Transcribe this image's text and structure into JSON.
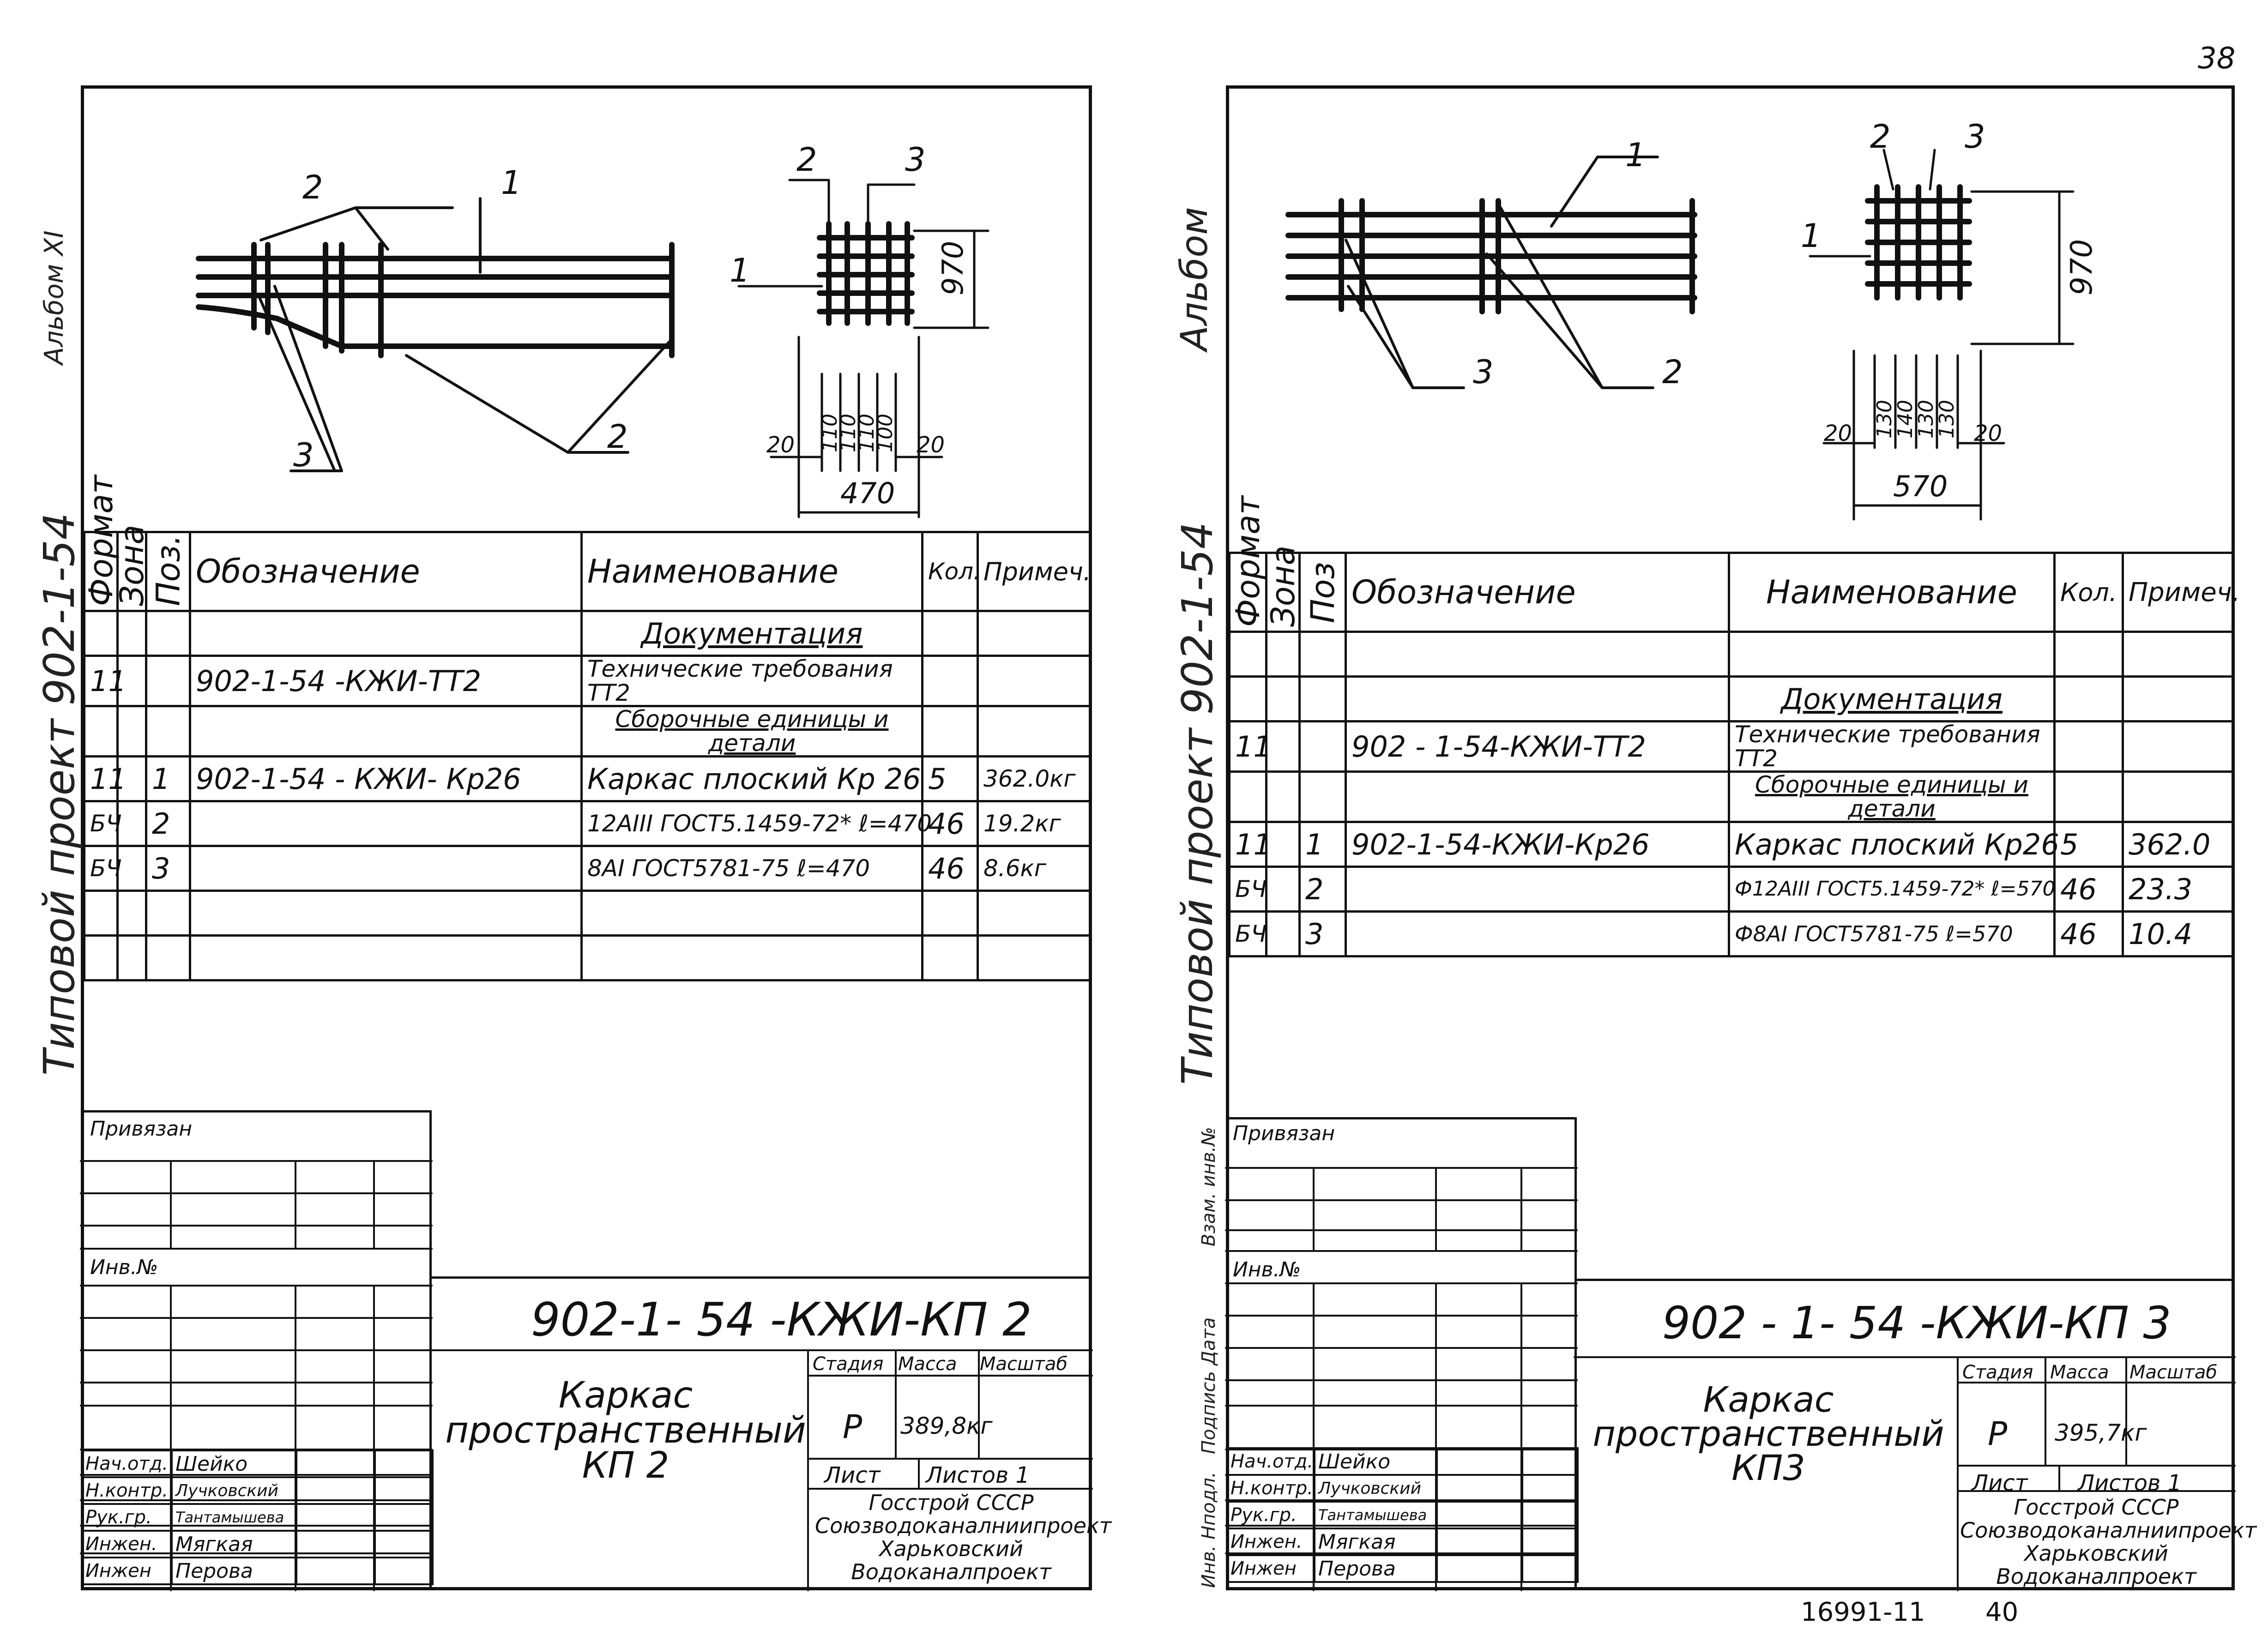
{
  "page": {
    "corner_number": "38",
    "footer_code": "16991-11",
    "footer_page": "40"
  },
  "left": {
    "side_album": "Альбом XI",
    "side_project": "Типовой проект 902-1-54",
    "drawing": {
      "callouts": [
        "1",
        "2",
        "3",
        "2",
        "2",
        "3",
        "1"
      ],
      "dims_vertical": [
        "970"
      ],
      "dims_bottom": [
        "20",
        "110",
        "110",
        "110",
        "100",
        "20"
      ],
      "dim_total": "470"
    },
    "spec": {
      "headers": {
        "format": "Формат",
        "zone": "Зона",
        "pos": "Поз.",
        "designation": "Обозначение",
        "name": "Наименование",
        "qty": "Кол.",
        "note": "Примеч."
      },
      "rows": [
        {
          "format": "",
          "zone": "",
          "pos": "",
          "designation": "",
          "name": "Документация",
          "qty": "",
          "note": ""
        },
        {
          "format": "11",
          "zone": "",
          "pos": "",
          "designation": "902-1-54 -КЖИ-ТТ2",
          "name": "Технические требования ТТ2",
          "qty": "",
          "note": ""
        },
        {
          "format": "",
          "zone": "",
          "pos": "",
          "designation": "",
          "name": "Сборочные единицы и детали",
          "qty": "",
          "note": ""
        },
        {
          "format": "11",
          "zone": "",
          "pos": "1",
          "designation": "902-1-54 - КЖИ- Кр26",
          "name": "Каркас плоский Кр 26",
          "qty": "5",
          "note": "362.0кг"
        },
        {
          "format": "БЧ",
          "zone": "",
          "pos": "2",
          "designation": "",
          "name": "12АIII ГОСТ5.1459-72* ℓ=470",
          "qty": "46",
          "note": "19.2кг"
        },
        {
          "format": "БЧ",
          "zone": "",
          "pos": "3",
          "designation": "",
          "name": "8АI ГОСТ5781-75 ℓ=470",
          "qty": "46",
          "note": "8.6кг"
        },
        {
          "format": "",
          "zone": "",
          "pos": "",
          "designation": "",
          "name": "",
          "qty": "",
          "note": ""
        },
        {
          "format": "",
          "zone": "",
          "pos": "",
          "designation": "",
          "name": "",
          "qty": "",
          "note": ""
        }
      ]
    },
    "title_block": {
      "bound": "Привязан",
      "inv": "Инв.№",
      "code": "902-1- 54 -КЖИ-КП 2",
      "title": "Каркас пространственный КП 2",
      "stage_label": "Стадия",
      "mass_label": "Масса",
      "scale_label": "Масштаб",
      "stage": "Р",
      "mass": "389,8кг",
      "sheet_label": "Лист",
      "sheets_label": "Листов 1",
      "org": "Госстрой СССР Союзводоканалниипроект Харьковский Водоканалпроект",
      "staff": [
        {
          "role": "Нач.отд.",
          "name": "Шейко"
        },
        {
          "role": "Н.контр.",
          "name": "Лучковский"
        },
        {
          "role": "Рук.гр.",
          "name": "Тантамышева"
        },
        {
          "role": "Инжен.",
          "name": "Мягкая"
        },
        {
          "role": "Инжен",
          "name": "Перова"
        }
      ]
    }
  },
  "right": {
    "side_album": "Альбом",
    "side_project": "Типовой проект 902-1-54",
    "side_labels": [
      "Взам. инв.№",
      "Подпись Дата",
      "Инв. Нподл."
    ],
    "drawing": {
      "callouts": [
        "1",
        "2",
        "3",
        "1",
        "3",
        "2"
      ],
      "dims_vertical": [
        "970"
      ],
      "dims_bottom": [
        "20",
        "130",
        "140",
        "130",
        "130",
        "20"
      ],
      "dim_total": "570"
    },
    "spec": {
      "headers": {
        "format": "Формат",
        "zone": "Зона",
        "pos": "Поз",
        "designation": "Обозначение",
        "name": "Наименование",
        "qty": "Кол.",
        "note": "Примеч."
      },
      "rows": [
        {
          "format": "",
          "zone": "",
          "pos": "",
          "designation": "",
          "name": "",
          "qty": "",
          "note": ""
        },
        {
          "format": "",
          "zone": "",
          "pos": "",
          "designation": "",
          "name": "Документация",
          "qty": "",
          "note": ""
        },
        {
          "format": "11",
          "zone": "",
          "pos": "",
          "designation": "902 - 1-54-КЖИ-ТТ2",
          "name": "Технические требования ТТ2",
          "qty": "",
          "note": ""
        },
        {
          "format": "",
          "zone": "",
          "pos": "",
          "designation": "",
          "name": "Сборочные единицы и детали",
          "qty": "",
          "note": ""
        },
        {
          "format": "11",
          "zone": "",
          "pos": "1",
          "designation": "902-1-54-КЖИ-Кр26",
          "name": "Каркас плоский Кр26",
          "qty": "5",
          "note": "362.0"
        },
        {
          "format": "БЧ",
          "zone": "",
          "pos": "2",
          "designation": "",
          "name": "Ф12АIII ГОСТ5.1459-72* ℓ=570",
          "qty": "46",
          "note": "23.3"
        },
        {
          "format": "БЧ",
          "zone": "",
          "pos": "3",
          "designation": "",
          "name": "Ф8АI ГОСТ5781-75 ℓ=570",
          "qty": "46",
          "note": "10.4"
        }
      ]
    },
    "title_block": {
      "bound": "Привязан",
      "inv": "Инв.№",
      "code": "902 - 1- 54 -КЖИ-КП 3",
      "title": "Каркас пространственный КП3",
      "stage_label": "Стадия",
      "mass_label": "Масса",
      "scale_label": "Масштаб",
      "stage": "Р",
      "mass": "395,7кг",
      "sheet_label": "Лист",
      "sheets_label": "Листов 1",
      "org": "Госстрой СССР Союзводоканалниипроект Харьковский Водоканалпроект",
      "staff": [
        {
          "role": "Нач.отд.",
          "name": "Шейко"
        },
        {
          "role": "Н.контр.",
          "name": "Лучковский"
        },
        {
          "role": "Рук.гр.",
          "name": "Тантамышева"
        },
        {
          "role": "Инжен.",
          "name": "Мягкая"
        },
        {
          "role": "Инжен",
          "name": "Перова"
        }
      ]
    }
  }
}
